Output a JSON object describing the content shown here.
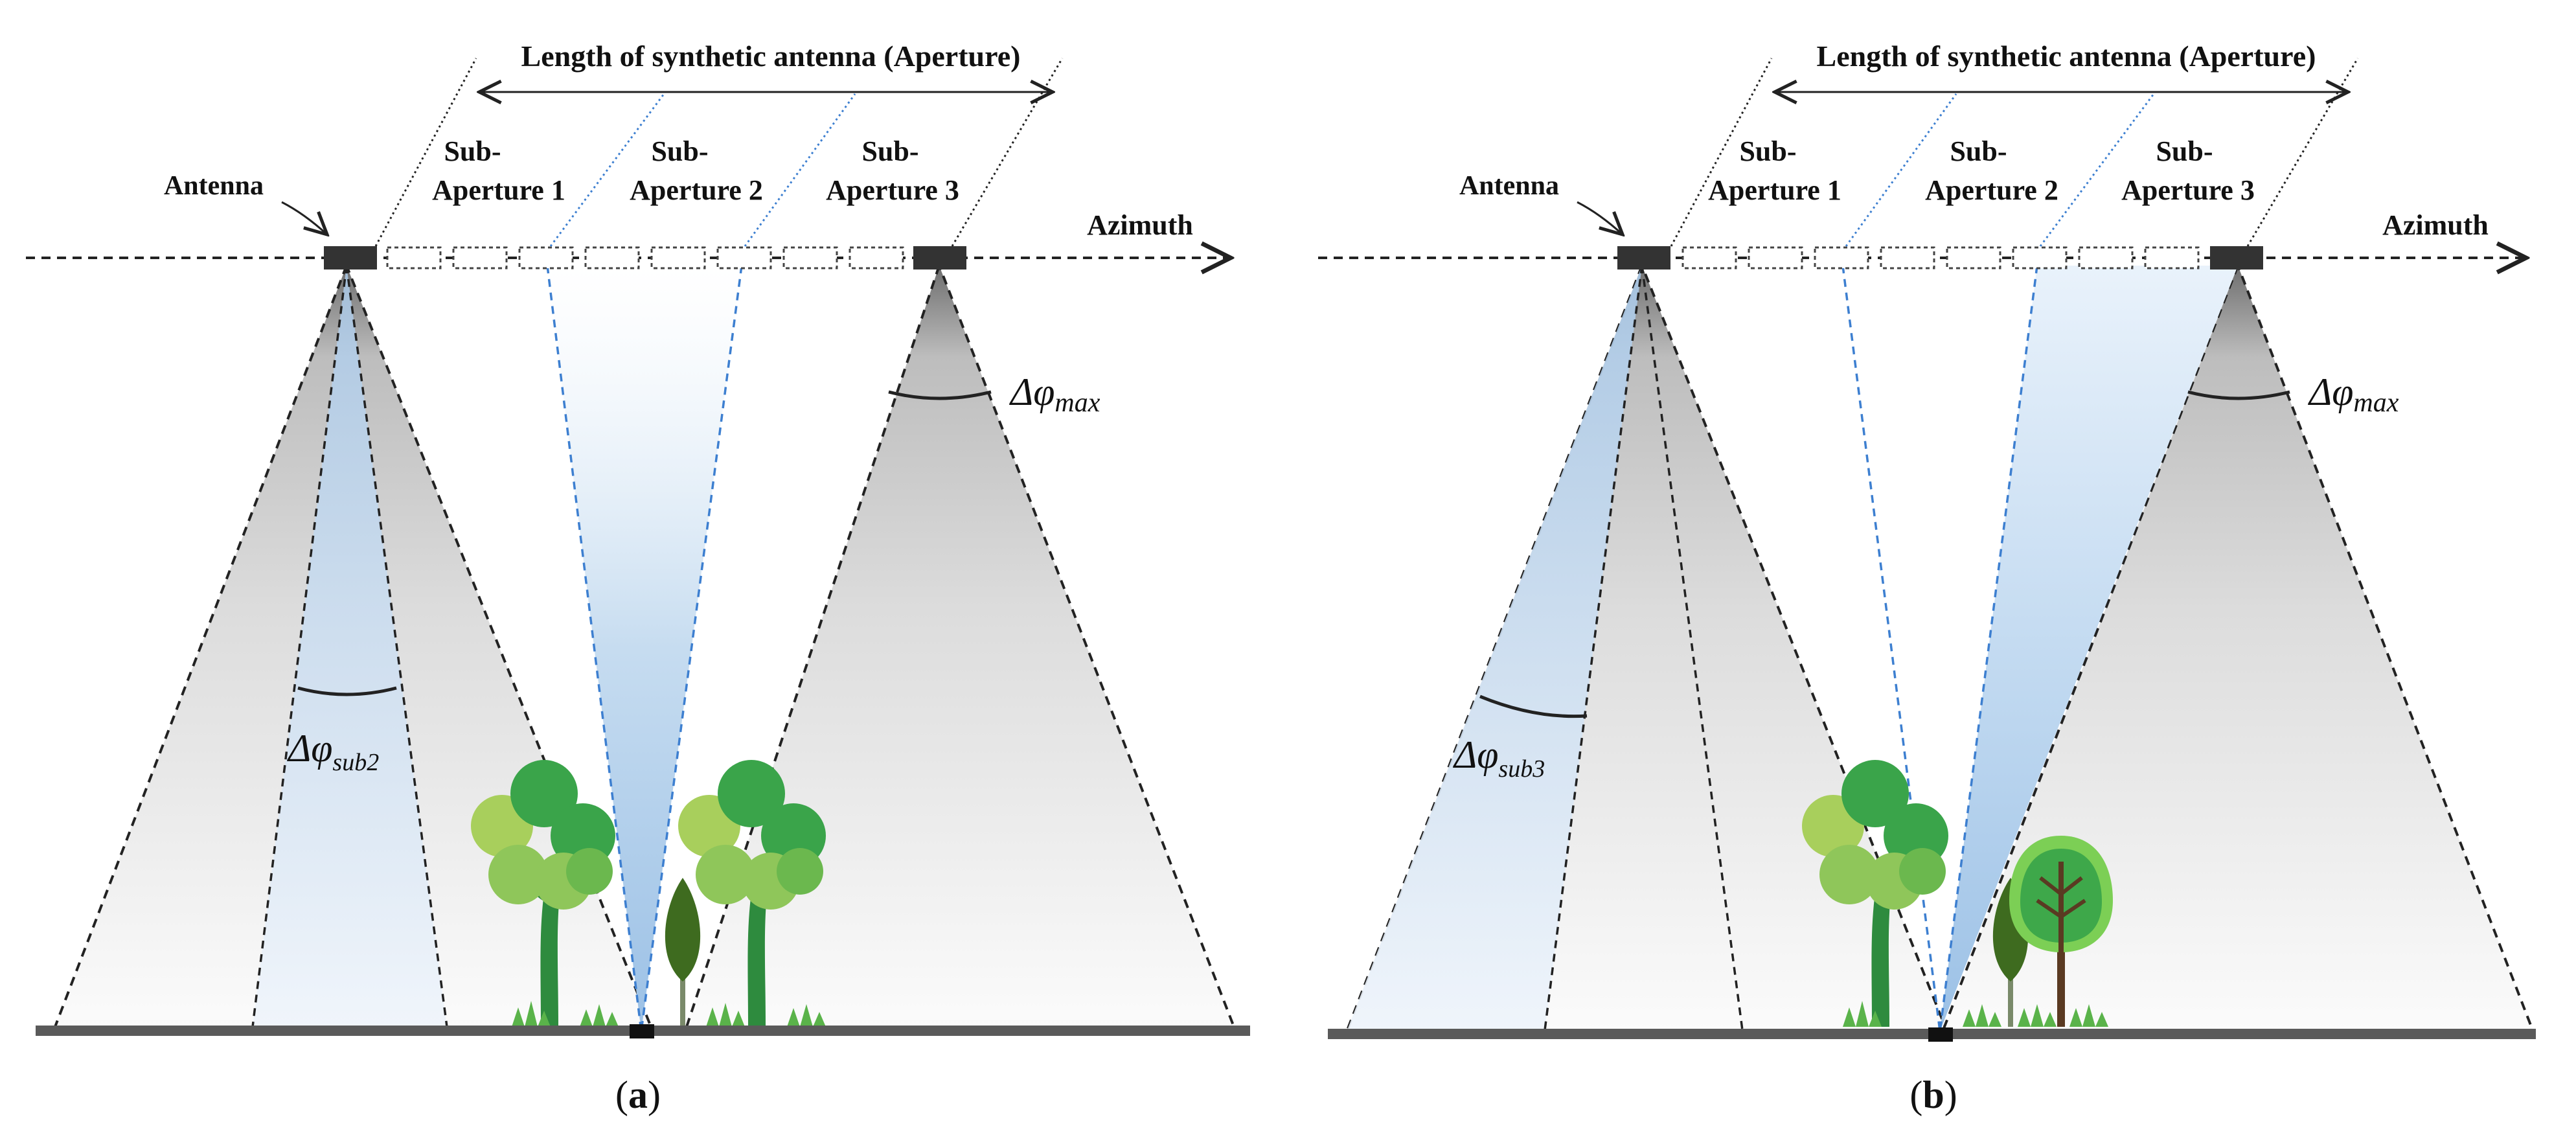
{
  "panels": [
    {
      "id": "a",
      "caption_open": "(",
      "caption_letter": "a",
      "caption_close": ")",
      "aperture_label": "Length of synthetic antenna (Aperture)",
      "antenna_label": "Antenna",
      "azimuth_label": "Azimuth",
      "sub_apertures": [
        {
          "line1": "Sub-",
          "line2": "Aperture 1"
        },
        {
          "line1": "Sub-",
          "line2": "Aperture 2"
        },
        {
          "line1": "Sub-",
          "line2": "Aperture 3"
        }
      ],
      "max_angle": {
        "base": "Δφ",
        "sub": "max"
      },
      "sub_angle": {
        "base": "Δφ",
        "sub": "sub2"
      }
    },
    {
      "id": "b",
      "caption_open": "(",
      "caption_letter": "b",
      "caption_close": ")",
      "aperture_label": "Length of synthetic antenna (Aperture)",
      "antenna_label": "Antenna",
      "azimuth_label": "Azimuth",
      "sub_apertures": [
        {
          "line1": "Sub-",
          "line2": "Aperture 1"
        },
        {
          "line1": "Sub-",
          "line2": "Aperture 2"
        },
        {
          "line1": "Sub-",
          "line2": "Aperture 3"
        }
      ],
      "max_angle": {
        "base": "Δφ",
        "sub": "max"
      },
      "sub_angle": {
        "base": "Δφ",
        "sub": "sub3"
      }
    }
  ],
  "colors": {
    "beam_blue": "#b7d3ec",
    "beam_gray": "#e3e3e3",
    "ground": "#5a5a5a",
    "antenna": "#333333",
    "tree_dark": "#2e9e47",
    "tree_light": "#9ccc55",
    "trunk": "#2e8b3e"
  }
}
